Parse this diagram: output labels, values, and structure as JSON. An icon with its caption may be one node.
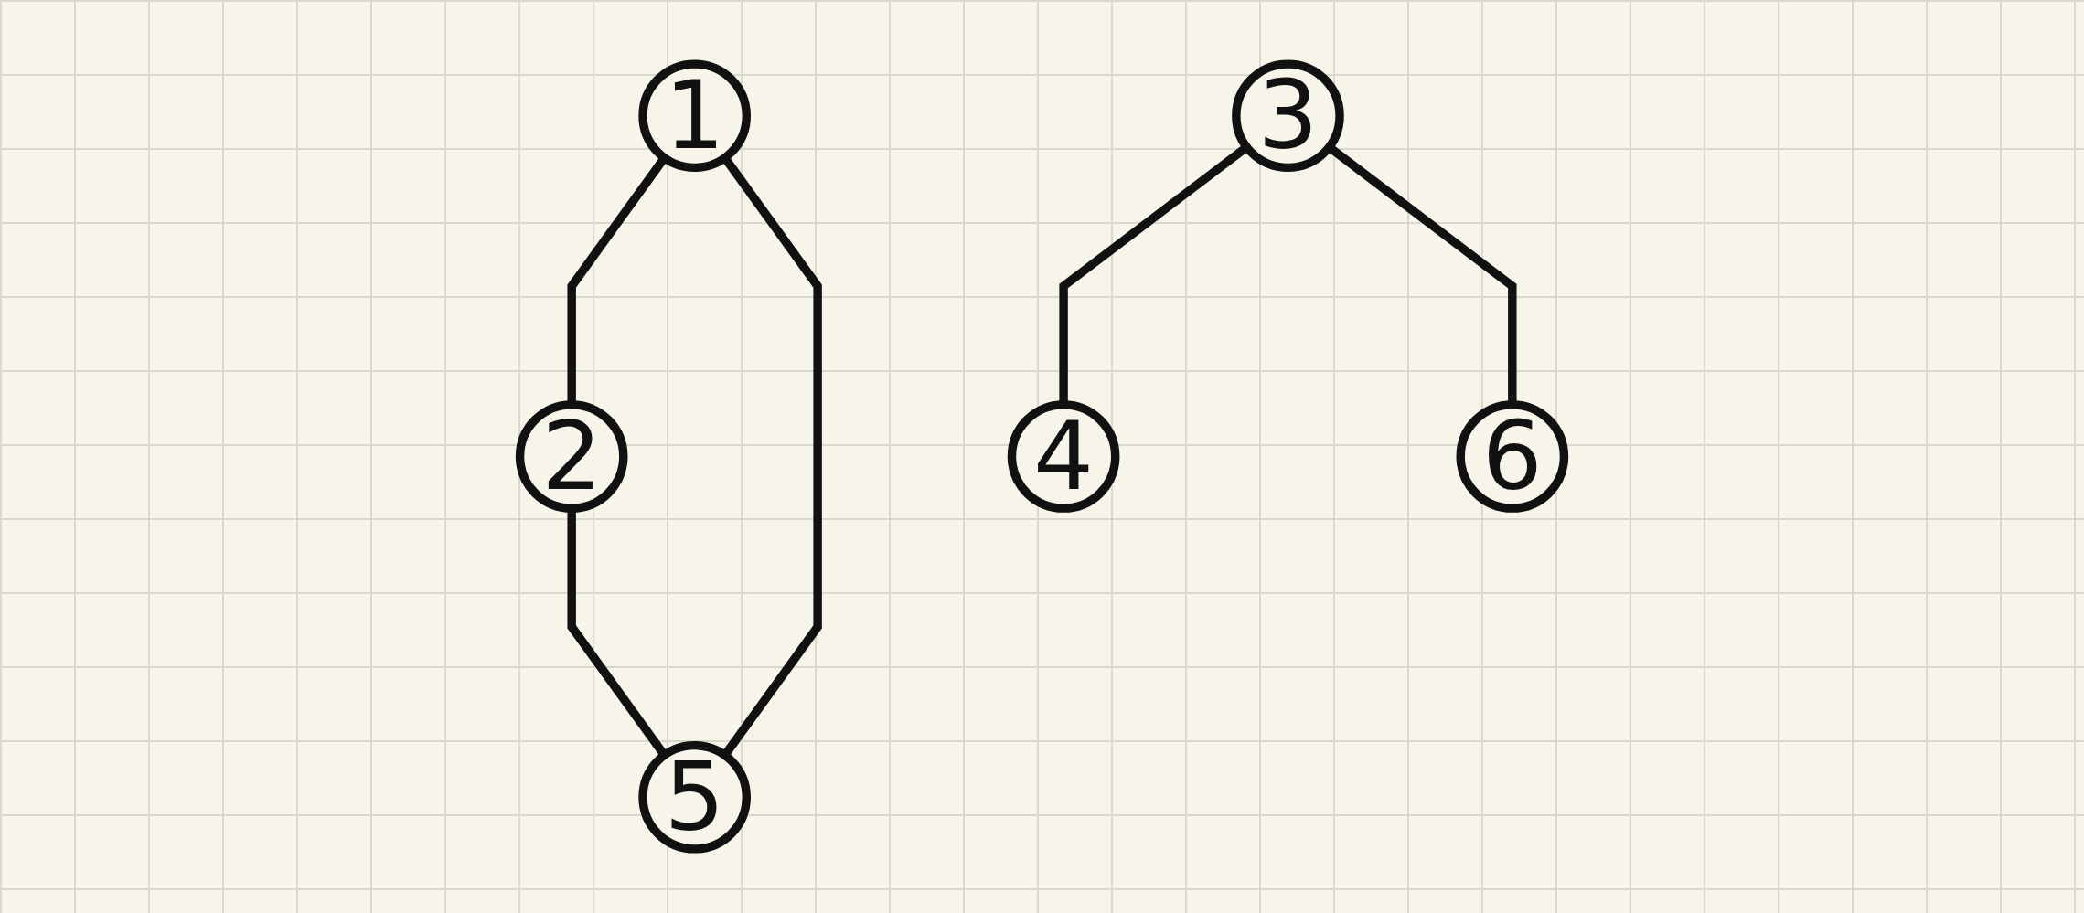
{
  "diagram": {
    "nodes": [
      {
        "text": [
          "1"
        ]
      },
      {
        "text": [
          "2"
        ]
      },
      {
        "text": [
          "3"
        ]
      },
      {
        "text": [
          "4"
        ]
      },
      {
        "text": [
          "5"
        ]
      },
      {
        "text": [
          "6"
        ]
      }
    ],
    "edges": [
      {
        "from": 0,
        "to": 1,
        "arrow": "none"
      },
      {
        "from": 0,
        "to": 4,
        "arrow": "none"
      },
      {
        "from": 1,
        "to": 4,
        "arrow": "none"
      },
      {
        "from": 2,
        "to": 3,
        "arrow": "none"
      },
      {
        "from": 2,
        "to": 5,
        "arrow": "none"
      }
    ]
  }
}
